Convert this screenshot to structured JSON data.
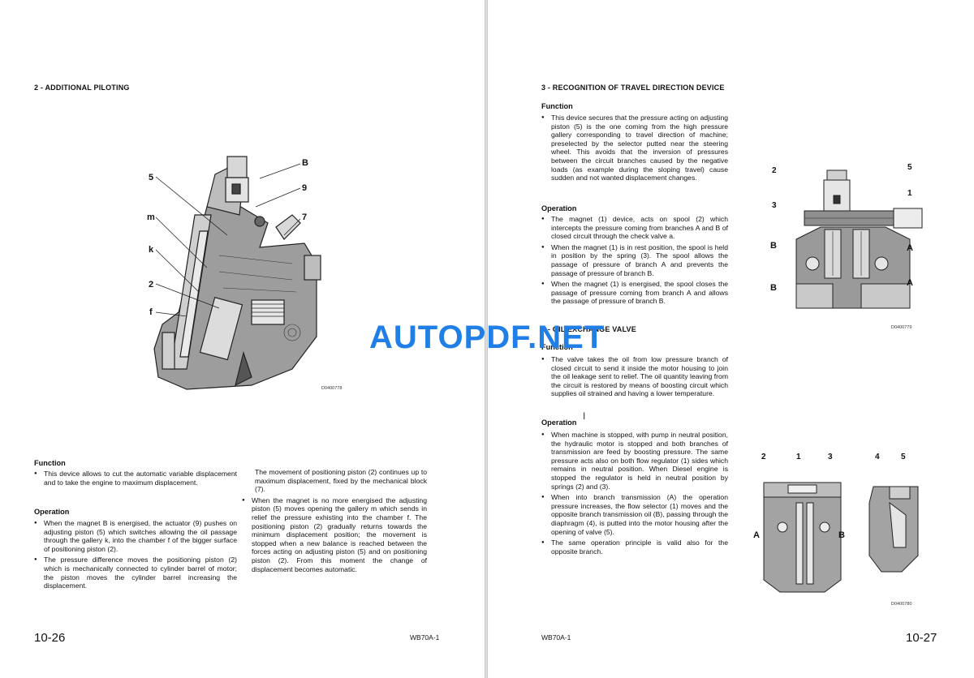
{
  "left": {
    "section_title": "2 - ADDITIONAL PILOTING",
    "figure": {
      "code": "D0400778",
      "callouts": [
        "B",
        "9",
        "5",
        "7",
        "m",
        "k",
        "2",
        "f"
      ]
    },
    "function_heading": "Function",
    "function_items": [
      "This device allows to cut the automatic variable displacement and to take the engine to maximum displacement."
    ],
    "operation_heading": "Operation",
    "operation_items": [
      "When the magnet B is energised, the actuator (9) pushes on adjusting piston (5) which switches allowing the oil passage through the gallery k, into the chamber f of the bigger surface of positioning piston (2).",
      "The pressure difference moves the positioning piston (2) which is mechanically connected to cylinder barrel of motor; the piston moves the cylinder barrel increasing the displacement."
    ],
    "col2_para": "The movement of positioning piston (2) continues up to maximum displacement, fixed by the mechanical block (7).",
    "col2_items": [
      "When the magnet is no more energised the adjusting piston (5) moves opening the gallery m which sends in relief the pressure exhisting into the chamber f. The positioning piston (2) gradually returns towards the minimum displacement position; the movement is stopped when a new balance is reached between the forces acting on adjusting piston (5) and on positioning piston (2). From this moment the change of displacement becomes automatic."
    ],
    "page_number": "10-26",
    "model": "WB70A-1"
  },
  "right": {
    "section3_title": "3 - RECOGNITION OF TRAVEL DIRECTION DEVICE",
    "s3_function_heading": "Function",
    "s3_function_items": [
      "This device secures that the pressure acting on adjusting piston (5) is the one coming from the high pressure gallery corresponding to travel direction of machine; preselected by the selector putted near the steering wheel. This avoids that the inversion of pressures between the circuit branches caused by the negative loads (as example during the sloping travel) cause sudden and not wanted displacement changes."
    ],
    "s3_operation_heading": "Operation",
    "s3_operation_items": [
      "The magnet (1) device, acts on spool (2) which intercepts the pressure coming from branches A and B of closed circuit through the check valve a.",
      "When the magnet (1) is in rest position, the spool is held in position by the spring (3). The spool allows the passage of pressure of branch A and prevents the passage of pressure of branch B.",
      "When the magnet (1) is energised, the spool closes the passage of pressure coming from branch A and allows the passage of pressure of branch B."
    ],
    "section4_title": "4 - OIL EXCHANGE VALVE",
    "s4_function_heading": "Function",
    "s4_function_items": [
      "The valve takes the oil from low pressure branch of closed circuit to send it inside the motor housing to join the oil leakage sent to relief. The oil quantity leaving from the circuit is restored by means of boosting circuit which supplies oil strained and having a lower temperature."
    ],
    "s4_operation_heading": "Operation",
    "s4_operation_items": [
      "When machine is stopped, with pump in neutral position, the hydraulic motor is stopped and both branches of transmission are feed by boosting pressure. The same pressure acts also on both flow regulator (1) sides which remains in neutral position. When Diesel engine is stopped the regulator is held in neutral position by springs (2) and (3).",
      "When into branch transmission (A) the operation pressure increases, the flow selector (1) moves and the opposite branch transmission oil (B), passing through the diaphragm (4), is putted into the motor housing after the opening of valve (5).",
      "The same operation principle is valid also for the opposite branch."
    ],
    "figure1": {
      "code": "D0400779",
      "callouts": [
        "2",
        "5",
        "3",
        "1",
        "B",
        "A",
        "B",
        "A"
      ]
    },
    "figure2": {
      "code": "D0400780",
      "callouts": [
        "2",
        "1",
        "3",
        "4",
        "5",
        "A",
        "B"
      ]
    },
    "page_number": "10-27",
    "model": "WB70A-1"
  },
  "watermark": "AUTOPDF.NET",
  "colors": {
    "watermark": "#1f7fe6",
    "figure_grey": "#8c8c8c",
    "figure_dark": "#2b2b2b"
  }
}
